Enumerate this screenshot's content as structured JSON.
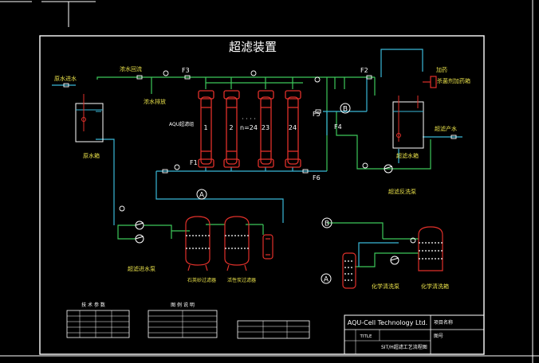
{
  "drawing": {
    "title": "超滤装置",
    "colors": {
      "background": "#000000",
      "frame": "#ffffff",
      "pipe_green": "#3cc85a",
      "pipe_cyan": "#3ab8d8",
      "equipment_red": "#e0302a",
      "label_yellow": "#e8e04a",
      "text_white": "#ffffff"
    }
  },
  "labels": {
    "raw_water_inlet": "原水进水",
    "raw_water_tank": "原水箱",
    "concentrate_return": "浓水回流",
    "concentrate_drain": "浓水排放",
    "module_group": "AQU超滤组",
    "module_1": "1",
    "module_2": "2",
    "module_n": "n=24",
    "module_23": "23",
    "module_24": "24",
    "dots": "· · · ·",
    "f1": "F1",
    "f2": "F2",
    "f3": "F3",
    "f4": "F4",
    "f5": "F5",
    "f6": "F6",
    "marker_a": "A",
    "marker_b": "B",
    "permeate_tank": "超滤水箱",
    "permeate_outlet": "超滤产水",
    "backwash_pump": "超滤反洗泵",
    "chem_dosing": "加药",
    "chem_dosing_note": "杀菌剂加药箱",
    "feed_pump": "超滤进水泵",
    "sand_filter": "石英砂过滤器",
    "carbon_filter": "活性炭过滤器",
    "chem_cleaning_pump": "化学清洗泵",
    "chem_cleaning_tank": "化学清洗箱"
  },
  "title_block": {
    "company": "AQU-Cell Technology Ltd.",
    "title_label": "TITLE",
    "drawing_name": "SIT/H超滤工艺流程图",
    "project_label": "项目名称",
    "drawing_no_label": "图号"
  },
  "tables": {
    "tech_title": "技 术 参 数",
    "legend_title": "图 例 说 明"
  }
}
